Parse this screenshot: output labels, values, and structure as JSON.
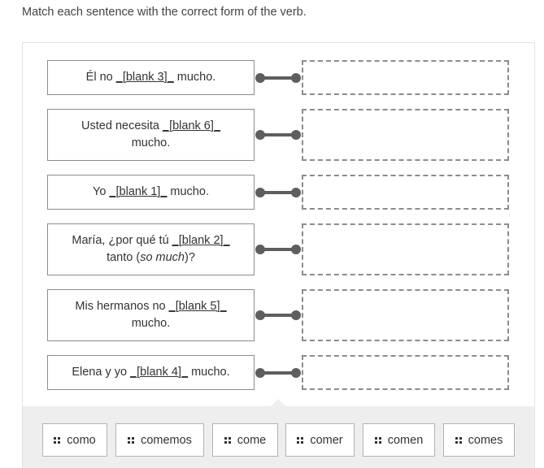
{
  "instructions": "Match each sentence with the correct form of the verb.",
  "rows": [
    {
      "before": "Él no ",
      "blank": "_[blank 3]_",
      "after": " mucho.",
      "after_italic": "",
      "after_end": ""
    },
    {
      "before": "Usted necesita ",
      "blank": "_[blank 6]_",
      "after": " mucho.",
      "after_italic": "",
      "after_end": ""
    },
    {
      "before": "Yo ",
      "blank": "_[blank 1]_",
      "after": " mucho.",
      "after_italic": "",
      "after_end": ""
    },
    {
      "before": "María, ¿por qué tú ",
      "blank": "_[blank 2]_",
      "after": " tanto (",
      "after_italic": "so much",
      "after_end": ")?"
    },
    {
      "before": "Mis hermanos no ",
      "blank": "_[blank 5]_",
      "after": " mucho.",
      "after_italic": "",
      "after_end": ""
    },
    {
      "before": "Elena y yo ",
      "blank": "_[blank 4]_",
      "after": " mucho.",
      "after_italic": "",
      "after_end": ""
    }
  ],
  "choices": [
    "como",
    "comemos",
    "come",
    "comer",
    "comen",
    "comes"
  ],
  "icons": {
    "connector": "connector-icon",
    "grip": "drag-grip-icon"
  },
  "colors": {
    "border": "#8c8c8c",
    "connector": "#5e5e5e",
    "tray": "#eeeeee",
    "text": "#333333"
  }
}
